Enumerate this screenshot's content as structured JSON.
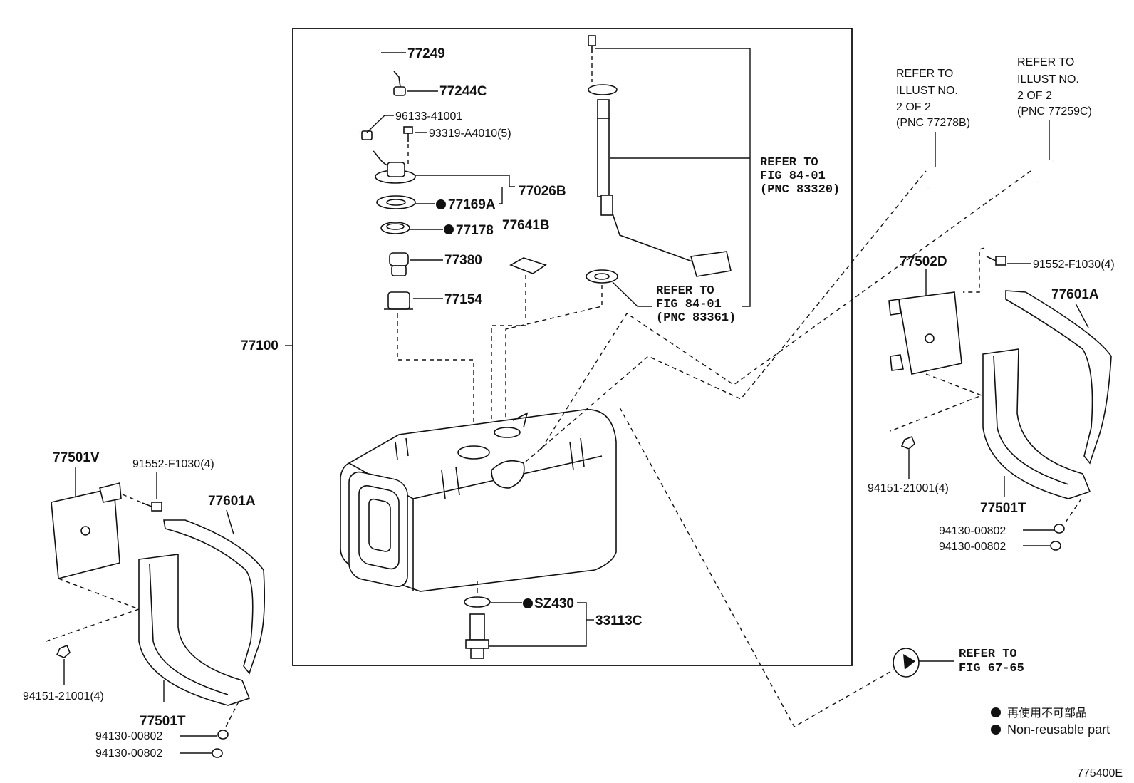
{
  "parts": {
    "p77249": "77249",
    "p77244C": "77244C",
    "p96133": "96133-41001",
    "p93319": "93319-A4010(5)",
    "p77026B": "77026B",
    "p77169A": "77169A",
    "p77178": "77178",
    "p77641B": "77641B",
    "p77380": "77380",
    "p77154": "77154",
    "p77100": "77100",
    "pSZ430": "SZ430",
    "p33113C": "33113C",
    "p77502D": "77502D",
    "p91552_r": "91552-F1030(4)",
    "p77601A_r": "77601A",
    "p94151_r": "94151-21001(4)",
    "p77501T_r": "77501T",
    "p94130_r1": "94130-00802",
    "p94130_r2": "94130-00802",
    "p77501V": "77501V",
    "p91552_l": "91552-F1030(4)",
    "p77601A_l": "77601A",
    "p94151_l": "94151-21001(4)",
    "p77501T_l": "77501T",
    "p94130_l1": "94130-00802",
    "p94130_l2": "94130-00802"
  },
  "refs": {
    "fig8401a": [
      "REFER TO",
      "FIG 84-01",
      "(PNC 83320)"
    ],
    "fig8401b": [
      "REFER TO",
      "FIG 84-01",
      "(PNC 83361)"
    ],
    "illust1": [
      "REFER TO",
      "ILLUST NO.",
      "2 OF 2",
      "(PNC 77278B)"
    ],
    "illust2": [
      "REFER TO",
      "ILLUST NO.",
      "2 OF 2",
      "(PNC 77259C)"
    ],
    "fig6765": [
      "REFER TO",
      "FIG 67-65"
    ]
  },
  "legend": {
    "jp": "再使用不可部品",
    "en": "Non-reusable part"
  },
  "diagram_id": "775400E"
}
